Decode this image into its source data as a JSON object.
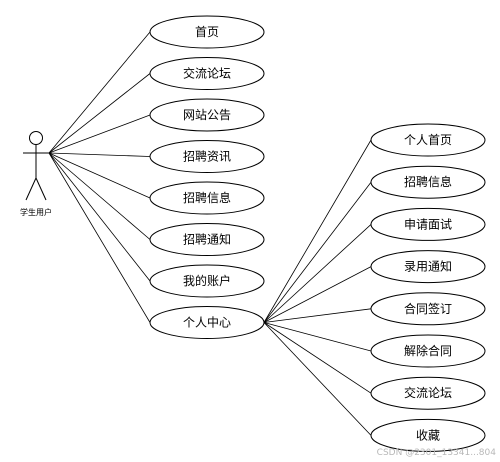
{
  "actor": {
    "label": "学生用户"
  },
  "left_use_cases": [
    {
      "label": "首页"
    },
    {
      "label": "交流论坛"
    },
    {
      "label": "网站公告"
    },
    {
      "label": "招聘资讯"
    },
    {
      "label": "招聘信息"
    },
    {
      "label": "招聘通知"
    },
    {
      "label": "我的账户"
    },
    {
      "label": "个人中心"
    }
  ],
  "right_use_cases": [
    {
      "label": "个人首页"
    },
    {
      "label": "招聘信息"
    },
    {
      "label": "申请面试"
    },
    {
      "label": "录用通知"
    },
    {
      "label": "合同签订"
    },
    {
      "label": "解除合同"
    },
    {
      "label": "交流论坛"
    },
    {
      "label": "收藏"
    }
  ],
  "watermark": "CSDN @2301_13341...804"
}
